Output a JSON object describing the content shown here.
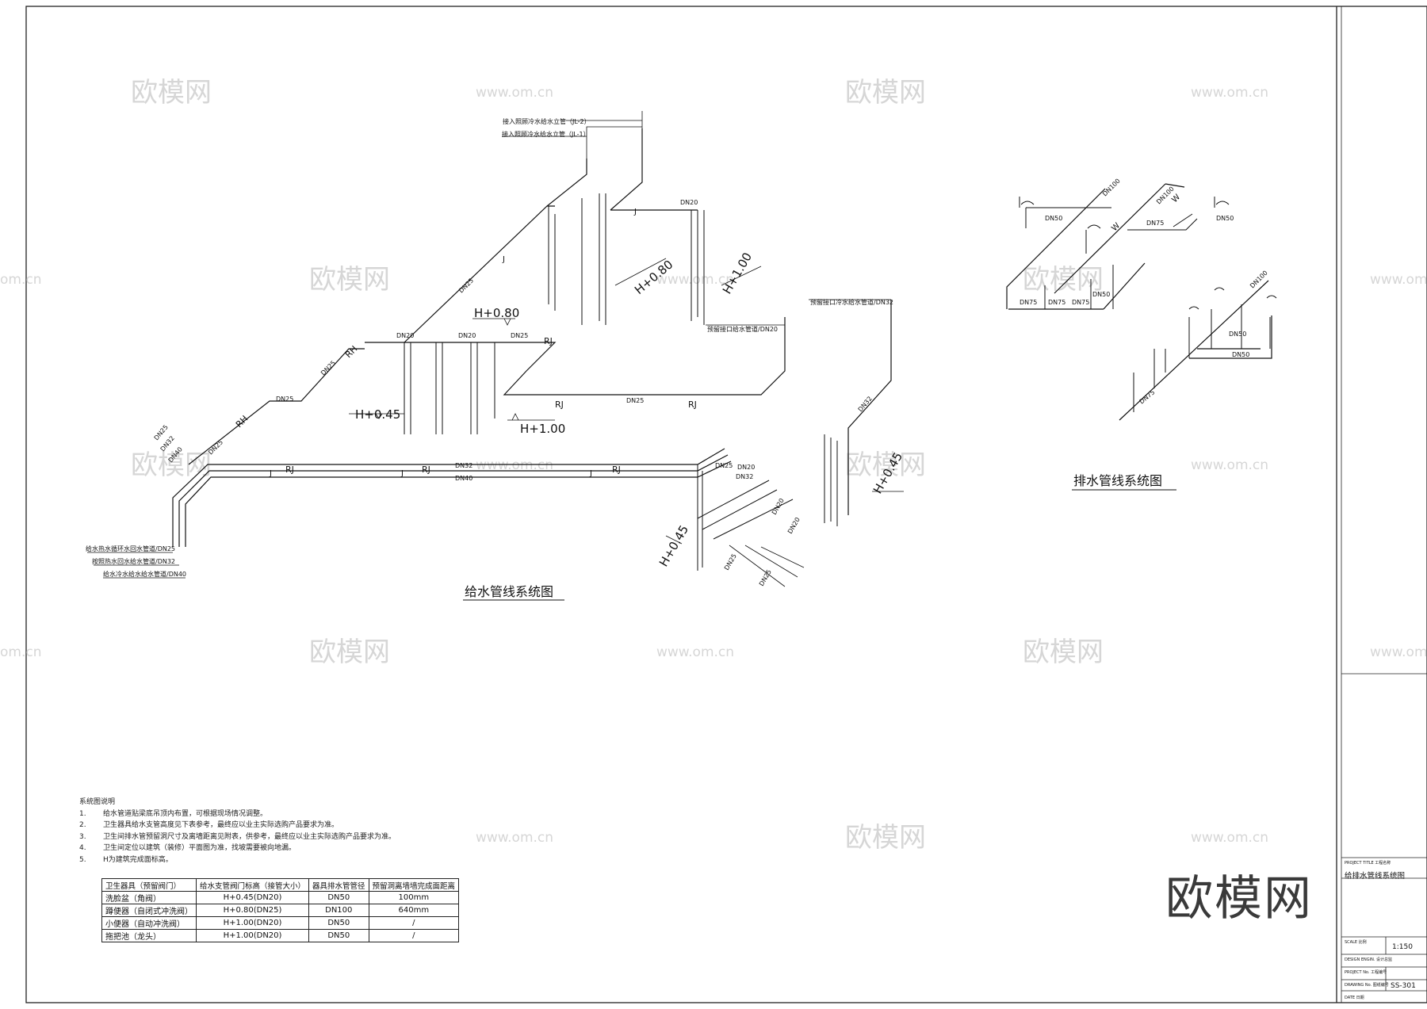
{
  "watermark": {
    "logo": "欧模网",
    "url": "www.om.cn",
    "url_partial": "om.cn"
  },
  "supply": {
    "title": "给水管线系统图",
    "notes_top": {
      "jl2": "接入照顾冷水给水立管（JL-2）",
      "jl1": "接入照顾冷水给水立管（JL-1）"
    },
    "inlets": {
      "dn25": "给水热水循环水回水管道/DN25",
      "dn32": "按照热水回水给水管道/DN32",
      "dn40": "给水冷水给水给水管道/DN40"
    },
    "note_dn20": "预留接口给水管道/DN20",
    "note_dn32": "预留接口冷水给水管道/DN32",
    "h080": "H+0.80",
    "h100": "H+1.00",
    "h045": "H+0.45",
    "j": "J",
    "rj": "RJ",
    "rh": "RH",
    "dn20": "DN20",
    "dn25": "DN25",
    "dn32": "DN32",
    "dn40": "DN40"
  },
  "drain": {
    "title": "排水管线系统图",
    "dn50": "DN50",
    "dn75": "DN75",
    "dn100": "DN100",
    "w": "W"
  },
  "notes": {
    "heading": "系统图说明",
    "items": [
      {
        "n": "1.",
        "text": "给水管道贴梁底吊顶内布置，可根据现场情况调整。"
      },
      {
        "n": "2.",
        "text": "卫生器具给水支管高度见下表参考，最终应以业主实际选购产品要求为准。"
      },
      {
        "n": "3.",
        "text": "卫生间排水管预留洞尺寸及离墙距离见附表，供参考，最终应以业主实际选购产品要求为准。"
      },
      {
        "n": "4.",
        "text": "卫生间定位以建筑（装修）平面图为准，找坡需要被向地漏。"
      },
      {
        "n": "5.",
        "text": "H为建筑完成面标高。"
      }
    ]
  },
  "table": {
    "headers": [
      "卫生器具（预留阀门）",
      "给水支管阀门标高（接管大小）",
      "器具排水管管径",
      "预留洞离墙墙完成面距离"
    ],
    "rows": [
      [
        "洗脸盆（角阀）",
        "H+0.45(DN20)",
        "DN50",
        "100mm"
      ],
      [
        "蹲便器（自闭式冲洗阀）",
        "H+0.80(DN25)",
        "DN100",
        "640mm"
      ],
      [
        "小便器（自动冲洗阀）",
        "H+1.00(DN20)",
        "DN50",
        "/"
      ],
      [
        "拖把池（龙头）",
        "H+1.00(DN20)",
        "DN50",
        "/"
      ]
    ]
  },
  "titleblock": {
    "project_label": "PROJECT TITLE 工程名称",
    "drawing_title": "给排水管线系统图",
    "scale_label": "SCALE 比例",
    "scale": "1:150",
    "designer_label": "DESIGN ENGIN. 设计总监",
    "project_no_label": "PROJECT No. 工程编号",
    "drawing_no_label": "DRAWING No. 图纸编号",
    "date_label": "DATE 日期",
    "drawing_no": "SS-301"
  }
}
